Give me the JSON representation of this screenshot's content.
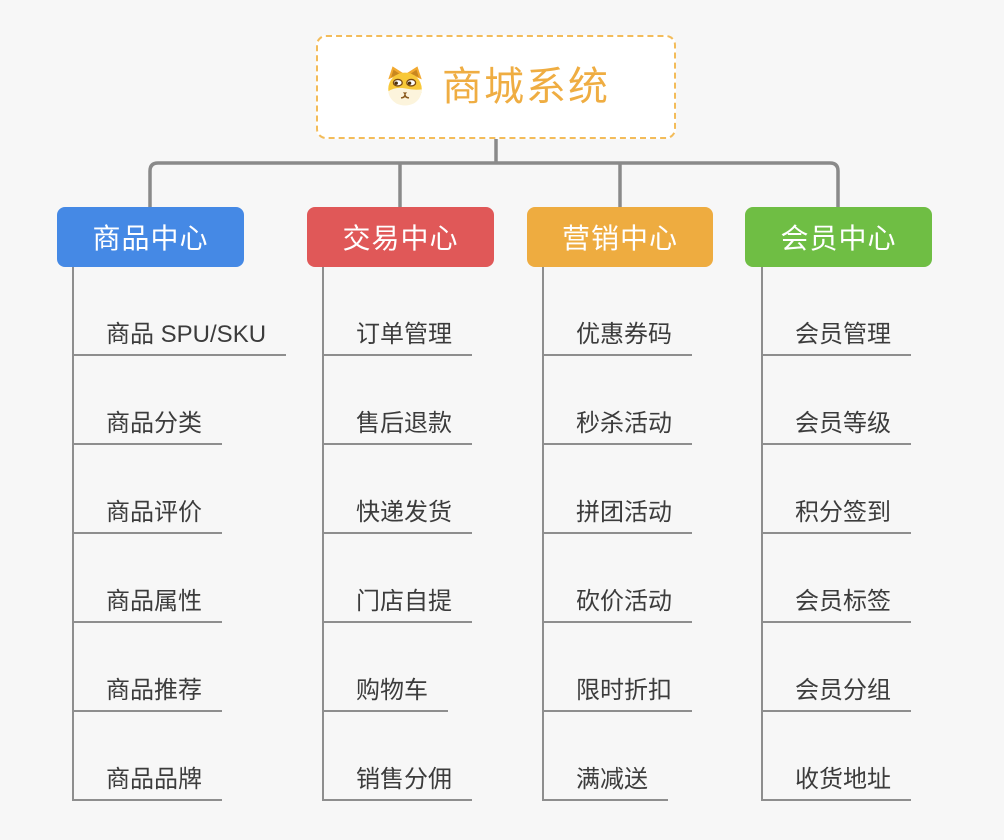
{
  "root": {
    "title": "商城系统",
    "icon": "dog-face-icon",
    "accent_color": "#EFAD42",
    "border_color": "#F3BC5A"
  },
  "connectors": {
    "color": "#8A8A8A"
  },
  "branches": [
    {
      "label": "商品中心",
      "color": "#4589E5",
      "items": [
        "商品 SPU/SKU",
        "商品分类",
        "商品评价",
        "商品属性",
        "商品推荐",
        "商品品牌"
      ]
    },
    {
      "label": "交易中心",
      "color": "#E05858",
      "items": [
        "订单管理",
        "售后退款",
        "快递发货",
        "门店自提",
        "购物车",
        "销售分佣"
      ]
    },
    {
      "label": "营销中心",
      "color": "#EEAC40",
      "items": [
        "优惠券码",
        "秒杀活动",
        "拼团活动",
        "砍价活动",
        "限时折扣",
        "满减送"
      ]
    },
    {
      "label": "会员中心",
      "color": "#6FBE44",
      "items": [
        "会员管理",
        "会员等级",
        "积分签到",
        "会员标签",
        "会员分组",
        "收货地址"
      ]
    }
  ]
}
